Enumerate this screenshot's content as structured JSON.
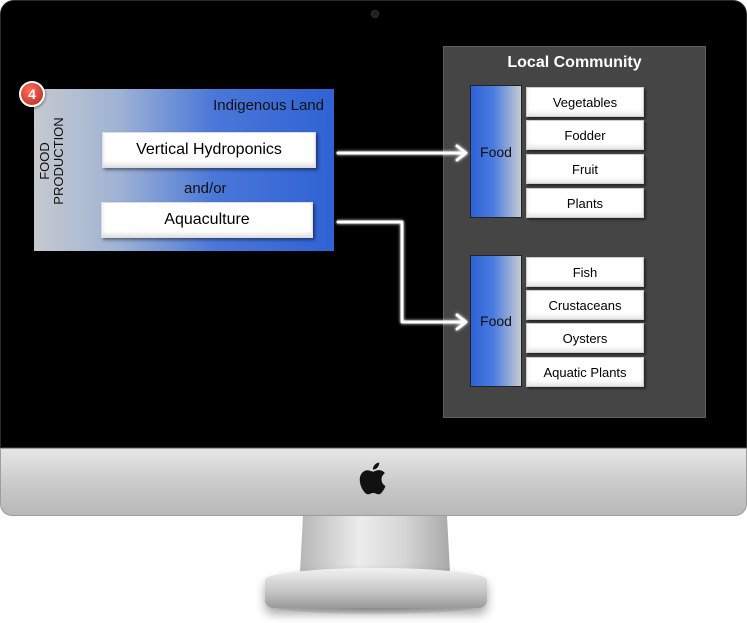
{
  "diagram": {
    "step_number": "4",
    "land": {
      "title": "Indigenous Land",
      "side_label_line1": "FOOD",
      "side_label_line2": "PRODUCTION",
      "source_1": "Vertical Hydroponics",
      "connector": "and/or",
      "source_2": "Aquaculture"
    },
    "community": {
      "title": "Local Community",
      "groups": [
        {
          "label": "Food",
          "items": [
            "Vegetables",
            "Fodder",
            "Fruit",
            "Plants"
          ]
        },
        {
          "label": "Food",
          "items": [
            "Fish",
            "Crustaceans",
            "Oysters",
            "Aquatic Plants"
          ]
        }
      ]
    }
  },
  "colors": {
    "accent_blue": "#2f62d4",
    "badge_red": "#c8372a",
    "community_bg": "#454545",
    "screen_bg": "#000000"
  },
  "icons": {
    "logo": "apple-logo-icon",
    "step": "step-number-badge"
  }
}
